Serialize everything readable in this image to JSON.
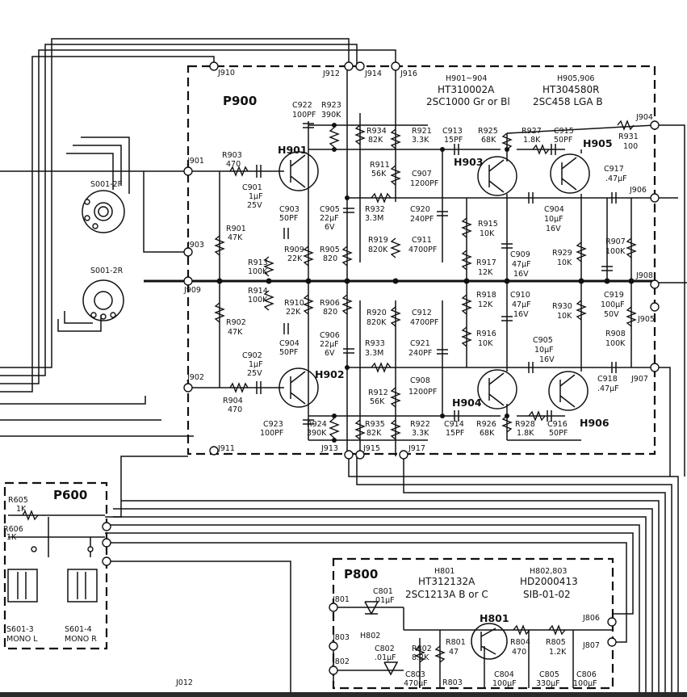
{
  "boards": {
    "p900": "P900",
    "p600": "P600",
    "p800": "P800"
  },
  "headers": {
    "h901_904_ref": "H901~904",
    "h901_904_part": "HT310002A",
    "h901_904_type": "2SC1000 Gr or Bl",
    "h905_906_ref": "H905,906",
    "h905_906_part": "HT304580R",
    "h905_906_type": "2SC458 LGA B",
    "h801_ref": "H801",
    "h801_part": "HT312132A",
    "h801_type": "2SC1213A B or C",
    "h802_803_ref": "H802,803",
    "h802_803_part": "HD2000413",
    "h802_803_type": "SIB-01-02"
  },
  "switches": {
    "s001_2f": "S001-2F",
    "s001_2r": "S001-2R",
    "s601_3": "S601-3",
    "s601_3_sub": "MONO L",
    "s601_4": "S601-4",
    "s601_4_sub": "MONO R"
  },
  "jacks": {
    "j901": "J901",
    "j902": "J902",
    "j903": "J903",
    "j904": "J904",
    "j905": "J905",
    "j906": "J906",
    "j907": "J907",
    "j908": "J908",
    "j909": "J909",
    "j910": "J910",
    "j911": "J911",
    "j912": "J912",
    "j913": "J913",
    "j914": "J914",
    "j915": "J915",
    "j916": "J916",
    "j917": "J917",
    "j801": "J801",
    "j802": "J802",
    "j803": "J803",
    "j806": "J806",
    "j807": "J807",
    "j012": "J012"
  },
  "transistors": {
    "h901": "H901",
    "h902": "H902",
    "h903": "H903",
    "h904": "H904",
    "h905": "H905",
    "h906": "H906",
    "h801": "H801",
    "h802": "H802"
  },
  "components": {
    "r903": [
      "R903",
      "470"
    ],
    "r901": [
      "R901",
      "47K"
    ],
    "r902": [
      "R902",
      "47K"
    ],
    "r904": [
      "R904",
      "470"
    ],
    "r913": [
      "R913",
      "100K"
    ],
    "r914": [
      "R914",
      "100K"
    ],
    "r909": [
      "R909",
      "22K"
    ],
    "r905": [
      "R905",
      "820"
    ],
    "r910": [
      "R910",
      "22K"
    ],
    "r906": [
      "R906",
      "820"
    ],
    "r923": [
      "R923",
      "390K"
    ],
    "r924": [
      "R924",
      "390K"
    ],
    "r934": [
      "R934",
      "82K"
    ],
    "r935": [
      "R935",
      "82K"
    ],
    "r921": [
      "R921",
      "3.3K"
    ],
    "r922": [
      "R922",
      "3.3K"
    ],
    "r911": [
      "R911",
      "56K"
    ],
    "r912": [
      "R912",
      "56K"
    ],
    "r932": [
      "R932",
      "3.3M"
    ],
    "r933": [
      "R933",
      "3.3M"
    ],
    "r919": [
      "R919",
      "820K"
    ],
    "r920": [
      "R920",
      "820K"
    ],
    "r925": [
      "R925",
      "68K"
    ],
    "r926": [
      "R926",
      "68K"
    ],
    "r927": [
      "R927",
      "1.8K"
    ],
    "r928": [
      "R928",
      "1.8K"
    ],
    "r915": [
      "R915",
      "10K"
    ],
    "r916": [
      "R916",
      "10K"
    ],
    "r917": [
      "R917",
      "12K"
    ],
    "r918": [
      "R918",
      "12K"
    ],
    "r929": [
      "R929",
      "10K"
    ],
    "r930": [
      "R930",
      "10K"
    ],
    "r931": [
      "R931",
      "100"
    ],
    "r907": [
      "R907",
      "100K"
    ],
    "r908": [
      "R908",
      "100K"
    ],
    "c922": [
      "C922",
      "100PF"
    ],
    "c923": [
      "C923",
      "100PF"
    ],
    "c901": [
      "C901",
      "1μF",
      "25V"
    ],
    "c902": [
      "C902",
      "1μF",
      "25V"
    ],
    "c903": [
      "C903",
      "50PF"
    ],
    "c904a": [
      "C904",
      "50PF"
    ],
    "c905a": [
      "C905",
      "22μF",
      "6V"
    ],
    "c906": [
      "C906",
      "22μF",
      "6V"
    ],
    "c907": [
      "C907",
      "1200PF"
    ],
    "c908": [
      "C908",
      "1200PF"
    ],
    "c920": [
      "C920",
      "240PF"
    ],
    "c921": [
      "C921",
      "240PF"
    ],
    "c911": [
      "C911",
      "4700PF"
    ],
    "c912": [
      "C912",
      "4700PF"
    ],
    "c913": [
      "C913",
      "15PF"
    ],
    "c914": [
      "C914",
      "15PF"
    ],
    "c915": [
      "C915",
      "50PF"
    ],
    "c916": [
      "C916",
      "50PF"
    ],
    "c904b": [
      "C904",
      "10μF",
      "16V"
    ],
    "c905b": [
      "C905",
      "10μF",
      "16V"
    ],
    "c909": [
      "C909",
      "47μF",
      "16V"
    ],
    "c910": [
      "C910",
      "47μF",
      "16V"
    ],
    "c917": [
      "C917",
      ".47μF"
    ],
    "c918": [
      "C918",
      ".47μF"
    ],
    "c919": [
      "C919",
      "100μF",
      "50V"
    ],
    "r605": [
      "R605",
      "1K"
    ],
    "r606": [
      "R606",
      "1K"
    ],
    "c801": [
      "C801",
      ".01μF"
    ],
    "c802": [
      "C802",
      ".01μF"
    ],
    "r802": [
      "R802",
      "8.2K"
    ],
    "r801": [
      "R801",
      "47"
    ],
    "r803": [
      "R803",
      ""
    ],
    "c803": [
      "C803",
      "470μF"
    ],
    "r804": [
      "R804",
      "470"
    ],
    "r805": [
      "R805",
      "1.2K"
    ],
    "c804": [
      "C804",
      "100μF"
    ],
    "c805": [
      "C805",
      "330μF"
    ],
    "c806": [
      "C806",
      "100μF"
    ]
  }
}
